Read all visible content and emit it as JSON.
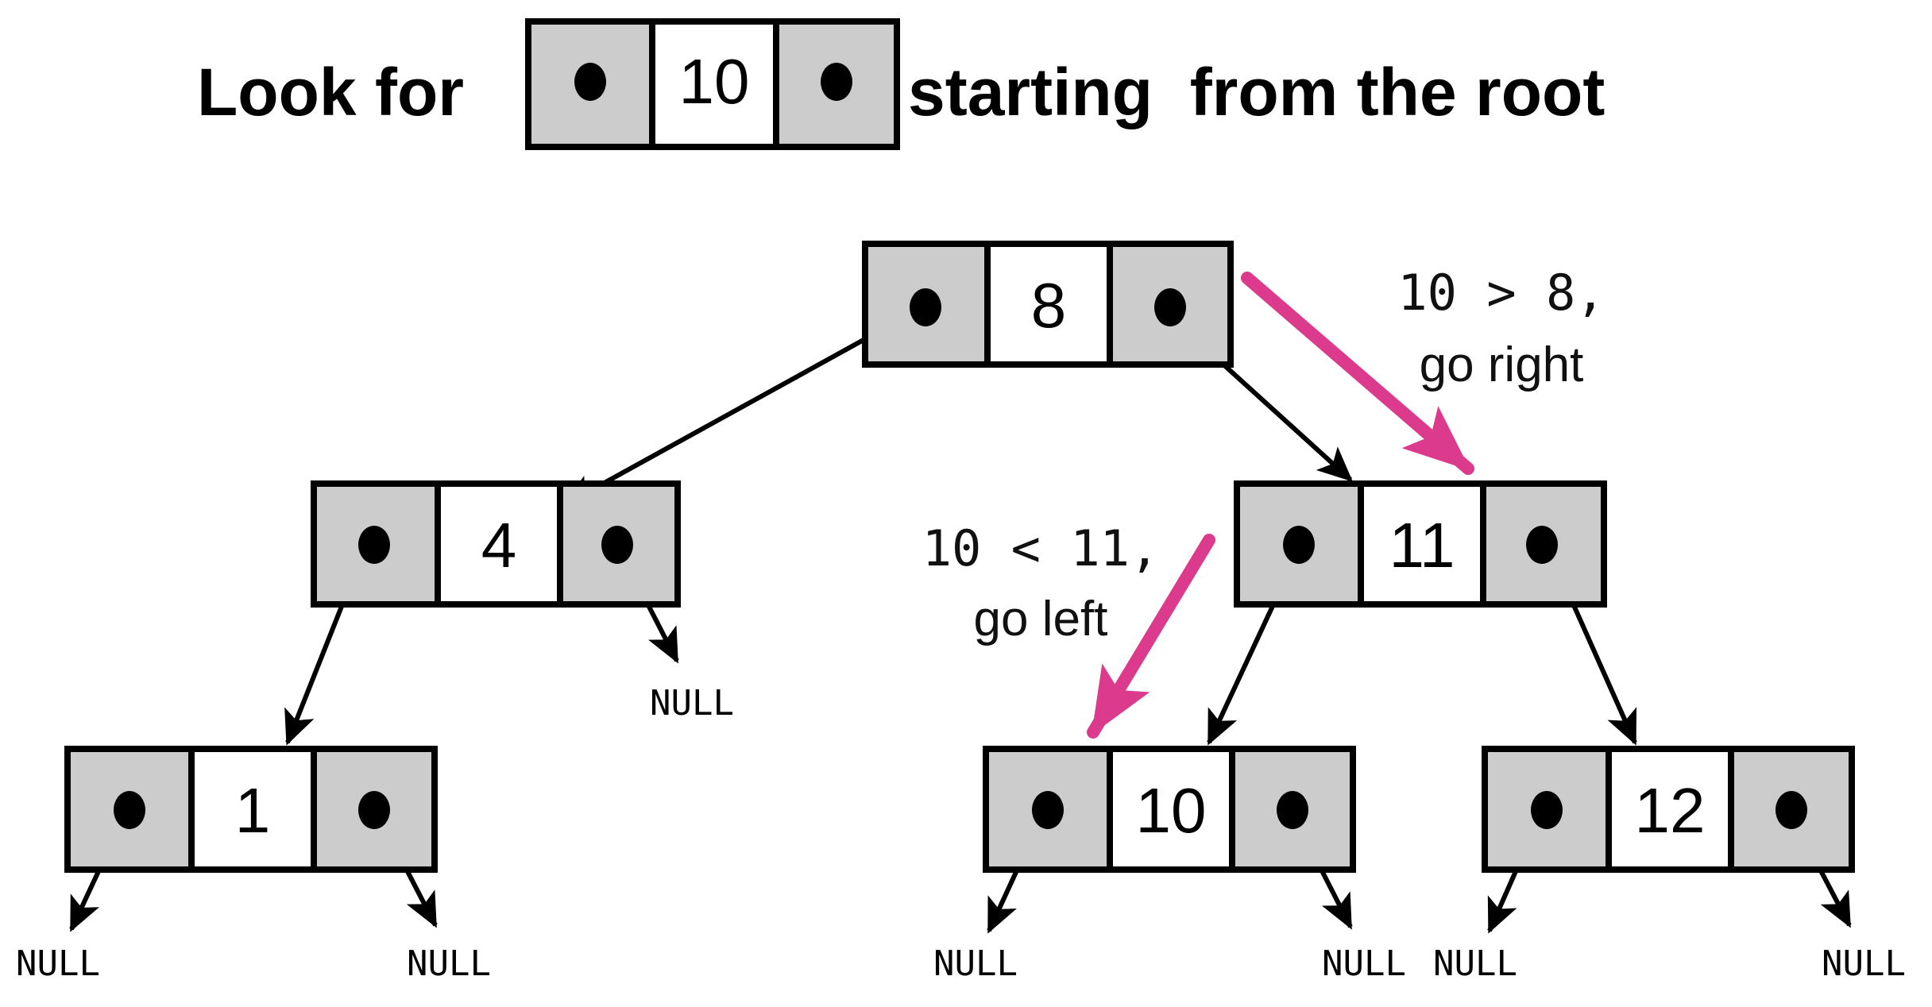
{
  "header": {
    "prefix": "Look for",
    "search_value": "10",
    "suffix": "starting  from the root"
  },
  "tree": {
    "root": {
      "value": "8"
    },
    "left": {
      "value": "4"
    },
    "right": {
      "value": "11"
    },
    "left_left": {
      "value": "1"
    },
    "right_left": {
      "value": "10"
    },
    "right_right": {
      "value": "12"
    }
  },
  "null_label": "NULL",
  "annotations": {
    "step1": {
      "compare": "10 > 8,",
      "action": "go right"
    },
    "step2": {
      "compare": "10 < 11,",
      "action": "go left"
    }
  },
  "colors": {
    "pointer_cell": "#cccccc",
    "value_cell": "#ffffff",
    "search_path": "#dc3a8c",
    "ink": "#000000"
  }
}
